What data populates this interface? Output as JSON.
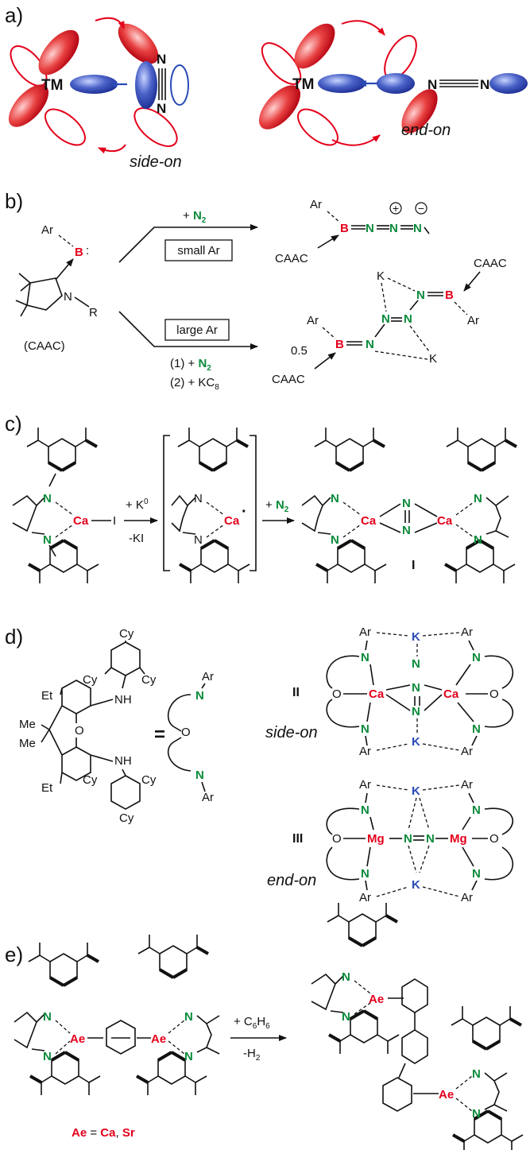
{
  "panels": {
    "a": {
      "label": "a)",
      "left": {
        "metal": "TM",
        "n_top": "N",
        "n_bottom": "N",
        "caption": "side-on"
      },
      "right": {
        "metal": "TM",
        "n_left": "N",
        "n_right": "N",
        "caption": "end-on"
      }
    },
    "b": {
      "label": "b)",
      "reactant": {
        "ar": "Ar",
        "b": "B",
        "colon": ":",
        "n": "N",
        "r": "R",
        "caac_label": "(CAAC)"
      },
      "top_arrow": {
        "plus": "+",
        "reagent": "N",
        "reagent_sub": "2",
        "box": "small Ar"
      },
      "bottom_arrow": {
        "box": "large Ar",
        "step1_prefix": "(1) +",
        "step1_reagent": "N",
        "step1_sub": "2",
        "step2_prefix": "(2) + KC",
        "step2_sub": "8"
      },
      "product_top": {
        "ar": "Ar",
        "b": "B",
        "n1": "N",
        "n2": "N",
        "n3": "N",
        "plus_charge": "+",
        "minus_charge": "−",
        "caac": "CAAC"
      },
      "product_bottom": {
        "coef": "0.5",
        "ar1": "Ar",
        "b1": "B",
        "caac1": "CAAC",
        "ar2": "Ar",
        "b2": "B",
        "caac2": "CAAC",
        "k1": "K",
        "k2": "K",
        "n": "N"
      }
    },
    "c": {
      "label": "c)",
      "reactant": {
        "n": "N",
        "ca": "Ca",
        "i": "I"
      },
      "arrow1": {
        "line1": "+ K",
        "line1_sup": "0",
        "line2": "-KI"
      },
      "intermediate": {
        "n": "N",
        "ca": "Ca",
        "radical": "·"
      },
      "arrow2": {
        "plus": "+",
        "reagent": "N",
        "reagent_sub": "2"
      },
      "product": {
        "ca": "Ca",
        "n": "N",
        "compound": "I"
      }
    },
    "d": {
      "label": "d)",
      "ligand": {
        "et": "Et",
        "me": "Me",
        "cy": "Cy",
        "nh": "NH",
        "o": "O"
      },
      "equals": "=",
      "schematic": {
        "ar": "Ar",
        "n": "N",
        "o": "O"
      },
      "complex2": {
        "id": "II",
        "caption": "side-on",
        "ar": "Ar",
        "k": "K",
        "n": "N",
        "ca": "Ca",
        "o": "O"
      },
      "complex3": {
        "id": "III",
        "caption": "end-on",
        "ar": "Ar",
        "k": "K",
        "n": "N",
        "mg": "Mg",
        "o": "O"
      }
    },
    "e": {
      "label": "e)",
      "reactant": {
        "n": "N",
        "ae": "Ae"
      },
      "arrow": {
        "line1": "+ C",
        "line1_sub": "6",
        "line1_end": "H",
        "line1_sub2": "6",
        "line2": "-H",
        "line2_sub": "2"
      },
      "product": {
        "n": "N",
        "ae": "Ae"
      },
      "legend": {
        "ae": "Ae",
        "eq": " = ",
        "ca": "Ca",
        "sep": ", ",
        "sr": "Sr"
      }
    }
  },
  "colors": {
    "red": "#e4001b",
    "blue": "#2a4bb7",
    "green": "#0a8a3a"
  }
}
